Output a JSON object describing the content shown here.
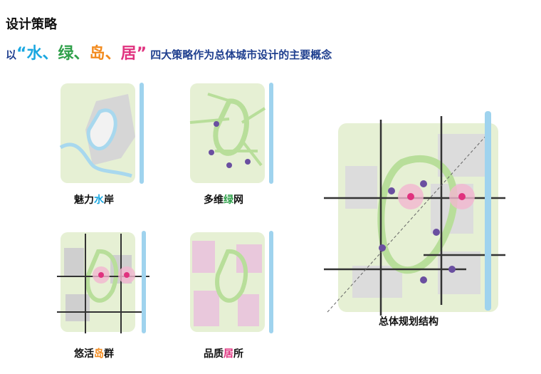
{
  "header": {
    "title": "设计策略",
    "subtitle_prefix": "以",
    "quote_open": "“",
    "kw_water": "水",
    "sep1": "、",
    "kw_green": "绿",
    "sep2": "、",
    "kw_island": "岛",
    "sep3": "、",
    "kw_live": "居",
    "quote_close": "”",
    "subtitle_suffix": "四大策略作为总体城市设计的主要概念"
  },
  "panels": {
    "water": {
      "prefix": "魅力",
      "highlight": "水",
      "suffix": "岸"
    },
    "green": {
      "prefix": "多维",
      "highlight": "绿",
      "suffix": "网"
    },
    "island": {
      "prefix": "悠活",
      "highlight": "岛",
      "suffix": "群"
    },
    "live": {
      "prefix": "品质",
      "highlight": "居",
      "suffix": "所"
    },
    "overall": {
      "label": "总体规划结构"
    }
  },
  "colors": {
    "water": "#1aa7e0",
    "green": "#2fa04a",
    "island": "#f28a1d",
    "live": "#e0327f",
    "subtitle": "#1f3f8f",
    "river": "#9fd3ee",
    "park": "#e3efcf",
    "block": "#d8d8d8",
    "node": "#6a4fa0"
  }
}
